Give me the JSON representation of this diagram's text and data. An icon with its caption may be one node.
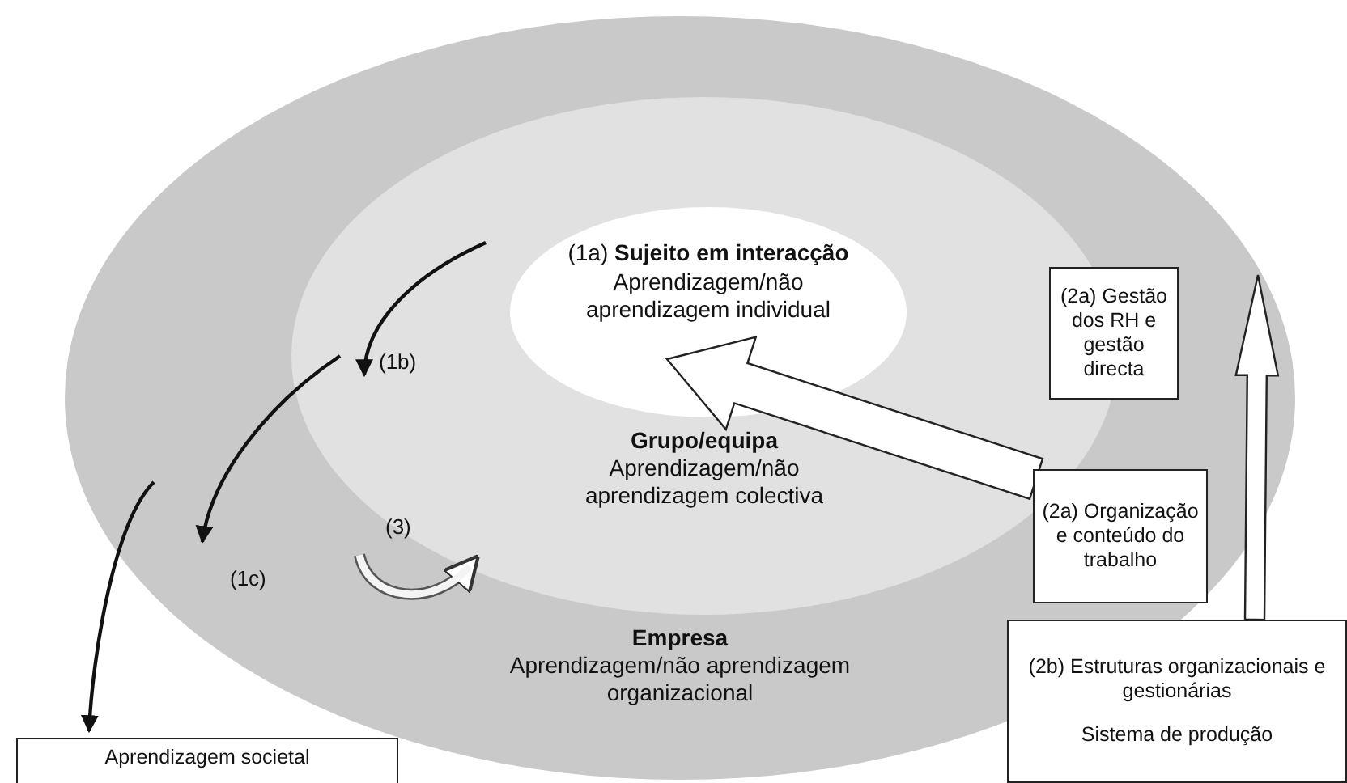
{
  "diagram": {
    "nodes": [
      {
        "text": [
          "Empresa",
          "Aprendizagem/não aprendizagem organizacional"
        ]
      },
      {
        "text": [
          "Grupo/equipa",
          "Aprendizagem/não aprendizagem colectiva"
        ],
        "in": 0
      },
      {
        "text": [
          "(1a) **Sujeito em interacção**",
          "Aprendizagem/não aprendizagem individual"
        ],
        "in": 1
      },
      {
        "text": [
          "Aprendizagem societal"
        ]
      },
      {
        "text": [
          "(2a) Gestão dos RH e gestão directa"
        ],
        "in": 0
      },
      {
        "text": [
          "(2a) Organização e conteúdo do trabalho"
        ],
        "in": 0
      },
      {
        "text": [
          "(2b) Estruturas organizacionais e gestionárias",
          "Sistema de produção"
        ]
      }
    ],
    "edges": [
      {
        "from": 2,
        "to": 1,
        "arrow": "to",
        "label": "(1b)"
      },
      {
        "from": 1,
        "to": 0,
        "arrow": "to",
        "label": "(1c)"
      },
      {
        "from": 0,
        "to": 3,
        "arrow": "to"
      },
      {
        "from": 5,
        "to": 2,
        "arrow": "to"
      },
      {
        "from": 6,
        "to": 4,
        "arrow": "to"
      }
    ],
    "labels": [
      "(3)"
    ]
  }
}
